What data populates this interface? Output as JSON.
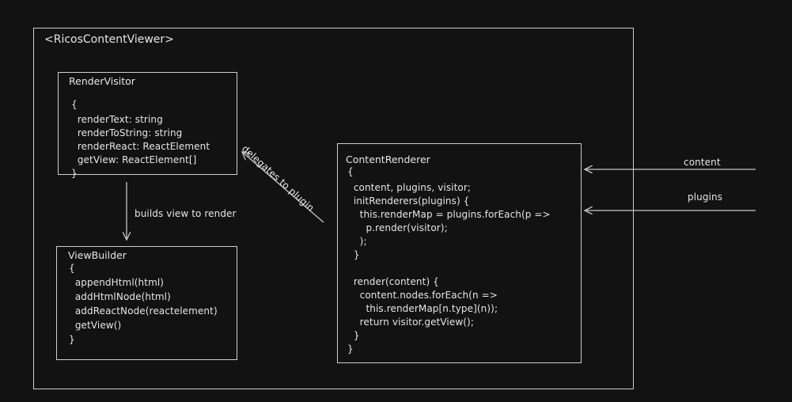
{
  "outer": {
    "title": "<RicosContentViewer>"
  },
  "render_visitor": {
    "title": "RenderVisitor",
    "lines": [
      "{",
      "  renderText: string",
      "  renderToString: string",
      "  renderReact: ReactElement",
      "  getView: ReactElement[]",
      "}"
    ]
  },
  "view_builder": {
    "title": "ViewBuilder",
    "lines": [
      "{",
      "  appendHtml(html)",
      "  addHtmlNode(html)",
      "  addReactNode(reactelement)",
      "  getView()",
      "}"
    ]
  },
  "content_renderer": {
    "title": "ContentRenderer",
    "lines": [
      "{",
      "  content, plugins, visitor;",
      "  initRenderers(plugins) {",
      "    this.renderMap = plugins.forEach(p =>",
      "      p.render(visitor);",
      "    );",
      "  }",
      "",
      "  render(content) {",
      "    content.nodes.forEach(n =>",
      "      this.renderMap[n.type](n));",
      "    return visitor.getView();",
      "  }",
      "}"
    ]
  },
  "edges": {
    "builds_view": "builds view to render",
    "delegates": "delegates to plugin",
    "content_input": "content",
    "plugins_input": "plugins"
  }
}
